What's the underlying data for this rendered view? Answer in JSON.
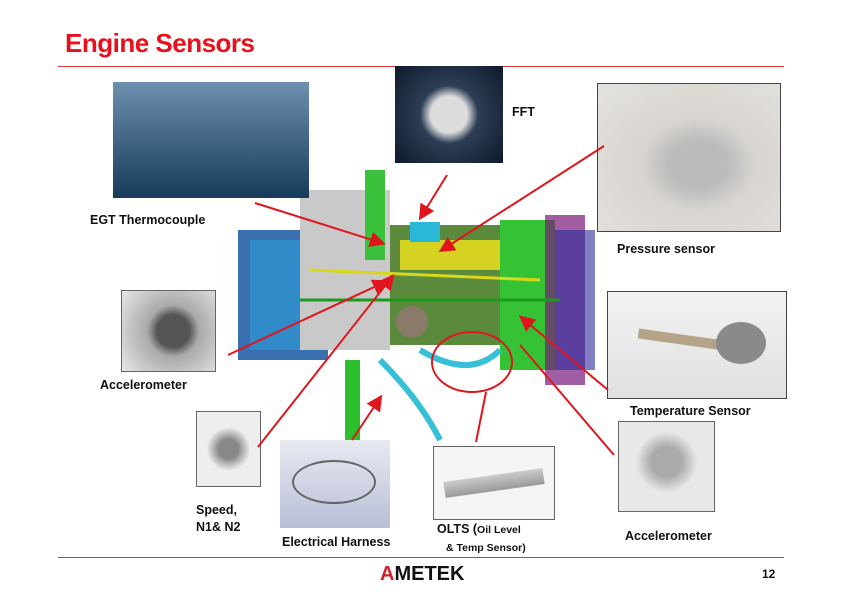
{
  "title": "Engine Sensors",
  "labels": {
    "fft": "FFT",
    "egt": "EGT Thermocouple",
    "pressure": "Pressure sensor",
    "accel_left": "Accelerometer",
    "temperature": "Temperature Sensor",
    "speed_line1": "Speed,",
    "speed_line2": "N1& N2",
    "harness": "Electrical Harness",
    "olts_main": "OLTS (",
    "olts_small1": "Oil Level",
    "olts_small2": "& Temp Sensor)",
    "accel_right": "Accelerometer"
  },
  "footer": {
    "logo_first": "A",
    "logo_rest": "METEK",
    "page_number": "12"
  },
  "colors": {
    "accent": "#e8101a",
    "arrow": "#e0161e"
  }
}
